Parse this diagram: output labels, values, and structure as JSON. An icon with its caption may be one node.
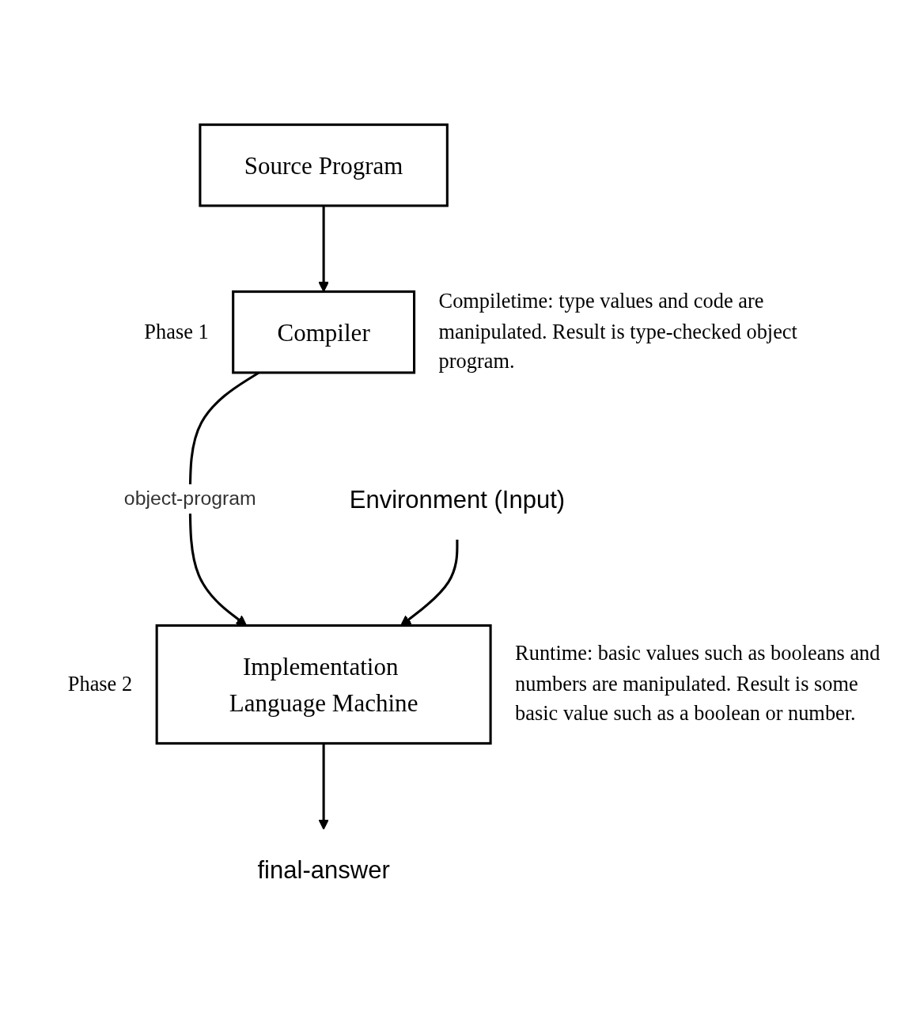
{
  "diagram": {
    "nodes": [
      {
        "text": [
          "Source Program"
        ]
      },
      {
        "text": [
          "Compiler"
        ],
        "beside": [
          "Phase 1",
          "Compiletime: type values and code are manipulated. Result is type-checked object program."
        ]
      },
      {
        "text": [
          "Implementation Language Machine"
        ],
        "beside": [
          "Phase 2",
          "Runtime: basic values such as booleans and numbers are manipulated. Result is some basic value such as a boolean or number."
        ]
      },
      {
        "text": [
          "Environment (Input)"
        ]
      },
      {
        "text": [
          "final-answer"
        ]
      }
    ],
    "edges": [
      {
        "from": 0,
        "to": 1,
        "arrow": "to"
      },
      {
        "from": 1,
        "to": 2,
        "arrow": "to",
        "label": "object-program"
      },
      {
        "from": 3,
        "to": 2,
        "arrow": "to"
      },
      {
        "from": 2,
        "to": 4,
        "arrow": "to"
      }
    ]
  }
}
